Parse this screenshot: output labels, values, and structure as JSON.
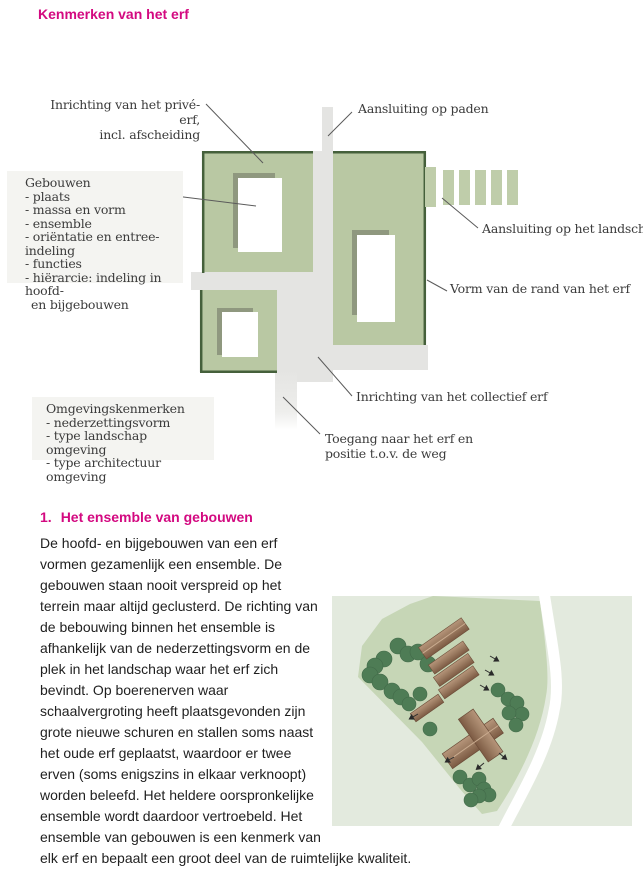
{
  "page": {
    "title": "Kenmerken van het erf"
  },
  "colors": {
    "accent_magenta": "#d30980",
    "plot_green": "#b9c8a3",
    "plot_green_light": "#bfcdaa",
    "border_dark_green": "#45603b",
    "path_gray": "#e4e4e2",
    "building_shadow": "#8f987f",
    "note_bg": "#f4f4f1",
    "label_text": "#3b3b3b",
    "illus_bg": "#e3eade",
    "illus_plot": "#c6d6b6",
    "tree_green": "#4e7c55",
    "roof_dark": "#7c5a43",
    "roof_light": "#b6957a"
  },
  "diagram": {
    "labels": {
      "prive_line1": "Inrichting van het privé-erf,",
      "prive_line2": "incl. afscheiding",
      "paden": "Aansluiting op paden",
      "landschap": "Aansluiting op het landschap",
      "rand": "Vorm van de rand van het erf",
      "collectief": "Inrichting van het collectief erf",
      "toegang_line1": "Toegang naar het erf en",
      "toegang_line2": "positie t.o.v. de weg"
    },
    "gebouwen": {
      "title": "Gebouwen",
      "items": [
        "- plaats",
        "- massa en vorm",
        "- ensemble",
        "- oriëntatie en entree-indeling",
        "- functies",
        "- hiërarcie: indeling in hoofd-",
        "en bijgebouwen"
      ]
    },
    "omgeving": {
      "title": "Omgevingskenmerken",
      "items": [
        "- nederzettingsvorm",
        "- type landschap omgeving",
        "- type architectuur omgeving"
      ]
    }
  },
  "section": {
    "heading_number": "1.",
    "heading_text": "Het ensemble van gebouwen",
    "body": "De hoofd- en bijgebouwen van een erf vormen gezamenlijk een ensemble. De gebouwen staan nooit verspreid op het terrein maar altijd geclusterd. De richting van de bebouwing binnen het ensemble is afhankelijk van de nederzettingsvorm en de plek in het landschap waar het erf zich bevindt. Op boerenerven waar schaalvergroting heeft plaatsgevonden zijn grote nieuwe schuren en stallen soms naast het oude erf geplaatst, waardoor er twee erven (soms enigszins in elkaar verknoopt) worden beleefd. Het heldere oorspronkelijke ensemble wordt daardoor vertroebeld. Het ensemble van gebouwen is een kenmerk van elk erf en bepaalt een groot deel van de ruimtelijke kwaliteit."
  }
}
